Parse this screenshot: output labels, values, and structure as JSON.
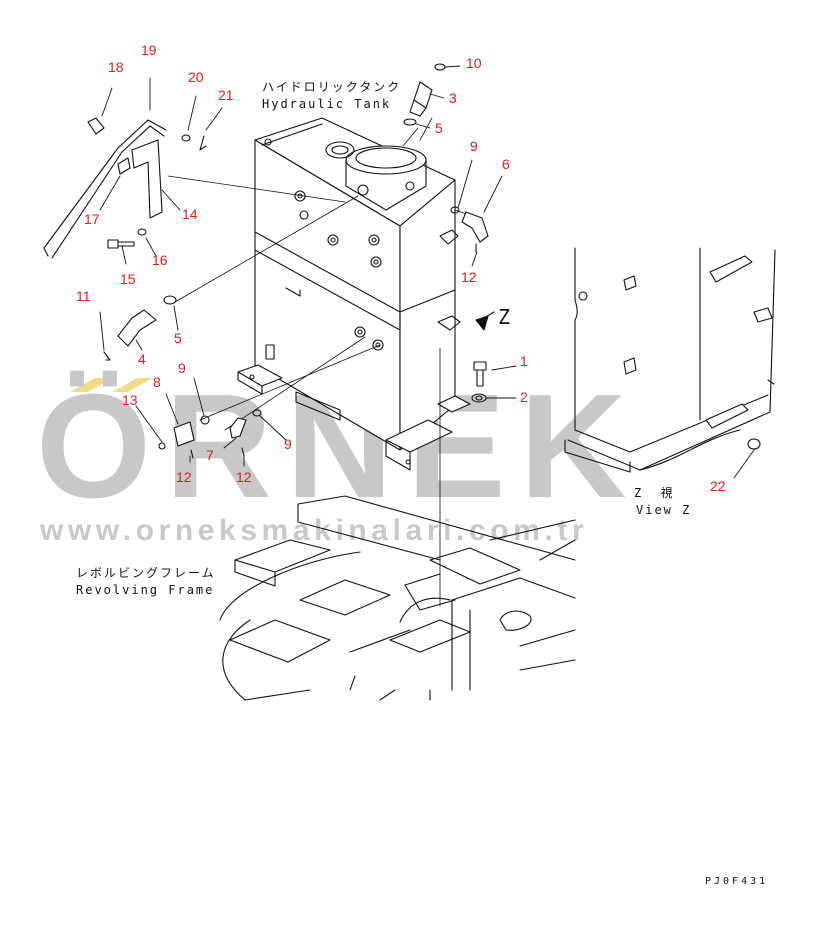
{
  "labels": {
    "tank_jp": "ハイドロリックタンク",
    "tank_en": "Hydraulic Tank",
    "frame_jp": "レボルビングフレーム",
    "frame_en": "Revolving Frame",
    "viewz_jp": "Z 視",
    "viewz_en": "View Z",
    "z_letter": "Z",
    "drawing_code": "PJ0F431"
  },
  "watermark": {
    "brand": "ÖRNEK",
    "url": "www.orneksmakinalari.com.tr",
    "color": "#c8c8c8",
    "accent": "#f0c850"
  },
  "callouts": [
    "1",
    "2",
    "3",
    "4",
    "5",
    "5",
    "6",
    "7",
    "8",
    "9",
    "9",
    "9",
    "10",
    "11",
    "12",
    "12",
    "12",
    "13",
    "14",
    "15",
    "16",
    "17",
    "18",
    "19",
    "20",
    "21",
    "22"
  ],
  "colors": {
    "line": "#111111",
    "callout": "#d62020"
  }
}
